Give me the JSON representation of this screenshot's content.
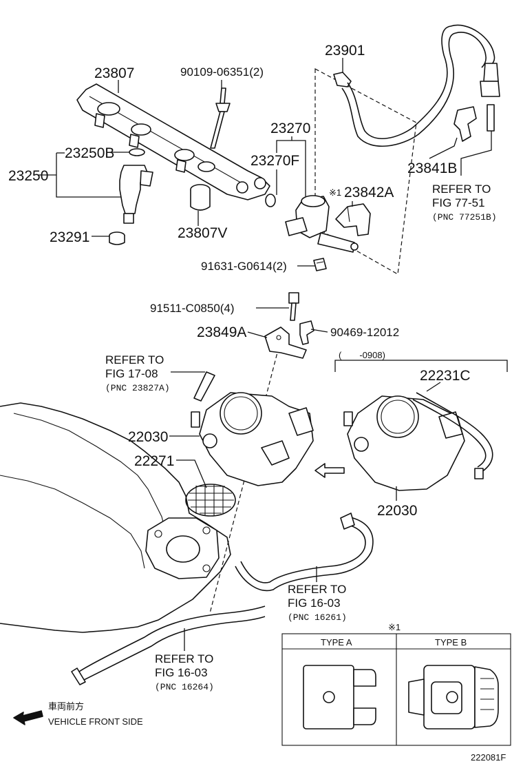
{
  "labels": {
    "fuel_rail": "23807",
    "rail_bolt": "90109-06351(2)",
    "fuel_line": "23901",
    "pressure_regulator_assy": "23270",
    "regulator_o_ring": "23270F",
    "injector_o_ring": "23250B",
    "injector": "23250",
    "injector_insulator": "23291",
    "rail_spacer": "23807V",
    "type_note_mark": "※1",
    "regulator_bracket": "23842A",
    "hose_clamp": "23841B",
    "regulator_bolt": "91631-G0614(2)",
    "bracket_bolt": "91511-C0850(4)",
    "throttle_bracket": "23849A",
    "clip": "90469-12012",
    "date_range": "(　　-0908)",
    "throttle_hose": "22231C",
    "throttle_body": "22030",
    "throttle_body_alt": "22030",
    "gasket": "22271"
  },
  "references": {
    "ref_77_51": {
      "line1": "REFER TO",
      "line2": "FIG 77-51",
      "line3": "(PNC 77251B)"
    },
    "ref_17_08": {
      "line1": "REFER TO",
      "line2": "FIG 17-08",
      "line3": "(PNC 23827A)"
    },
    "ref_16_03_a": {
      "line1": "REFER TO",
      "line2": "FIG 16-03",
      "line3": "(PNC 16261)"
    },
    "ref_16_03_b": {
      "line1": "REFER TO",
      "line2": "FIG 16-03",
      "line3": "(PNC 16264)"
    }
  },
  "type_box": {
    "mark": "※1",
    "type_a": "TYPE A",
    "type_b": "TYPE B"
  },
  "direction": {
    "japanese": "車両前方",
    "english": "VEHICLE FRONT SIDE"
  },
  "figure_id": "222081F"
}
